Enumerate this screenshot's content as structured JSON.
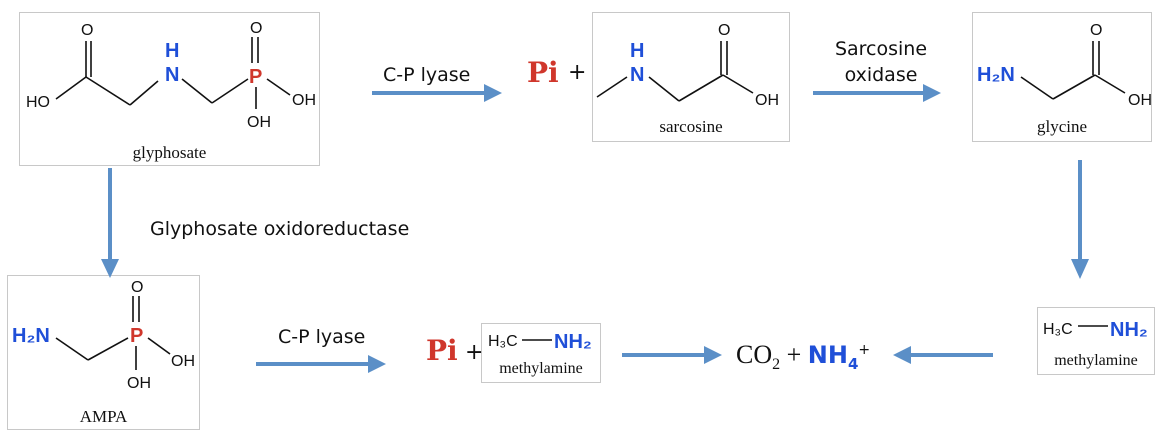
{
  "molecules": {
    "glyphosate": {
      "name": "glyphosate",
      "ho": "HO",
      "o1": "O",
      "nh_h": "H",
      "nh_n": "N",
      "p": "P",
      "o2": "O",
      "oh1": "OH",
      "oh2": "OH"
    },
    "sarcosine": {
      "name": "sarcosine",
      "h": "H",
      "n": "N",
      "o": "O",
      "oh": "OH"
    },
    "glycine": {
      "name": "glycine",
      "h2n": "H₂N",
      "o": "O",
      "oh": "OH"
    },
    "ampa": {
      "name": "AMPA",
      "h2n": "H₂N",
      "p": "P",
      "o": "O",
      "oh1": "OH",
      "oh2": "OH"
    },
    "methylamine1": {
      "name": "methylamine",
      "h3c": "H₃C",
      "nh2": "NH₂"
    },
    "methylamine2": {
      "name": "methylamine",
      "h3c": "H₃C",
      "nh2": "NH₂"
    }
  },
  "labels": {
    "cp_lyase_top": "C-P lyase",
    "sarcosine_oxidase_1": "Sarcosine",
    "sarcosine_oxidase_2": "oxidase",
    "glyphosate_oxidoreductase": "Glyphosate oxidoreductase",
    "cp_lyase_bottom": "C-P lyase"
  },
  "products": {
    "pi_top": "Pi",
    "plus_top": "+",
    "pi_bottom": "Pi",
    "plus_bottom": "+",
    "co2": "CO",
    "co2_sub": "2",
    "plus_final": " + ",
    "nh4": "NH",
    "nh4_sub": "4",
    "nh4_sup": "+"
  },
  "colors": {
    "nitrogen": "#1f4fd8",
    "phosphorus": "#d0372c",
    "arrow": "#5b8fc7"
  }
}
